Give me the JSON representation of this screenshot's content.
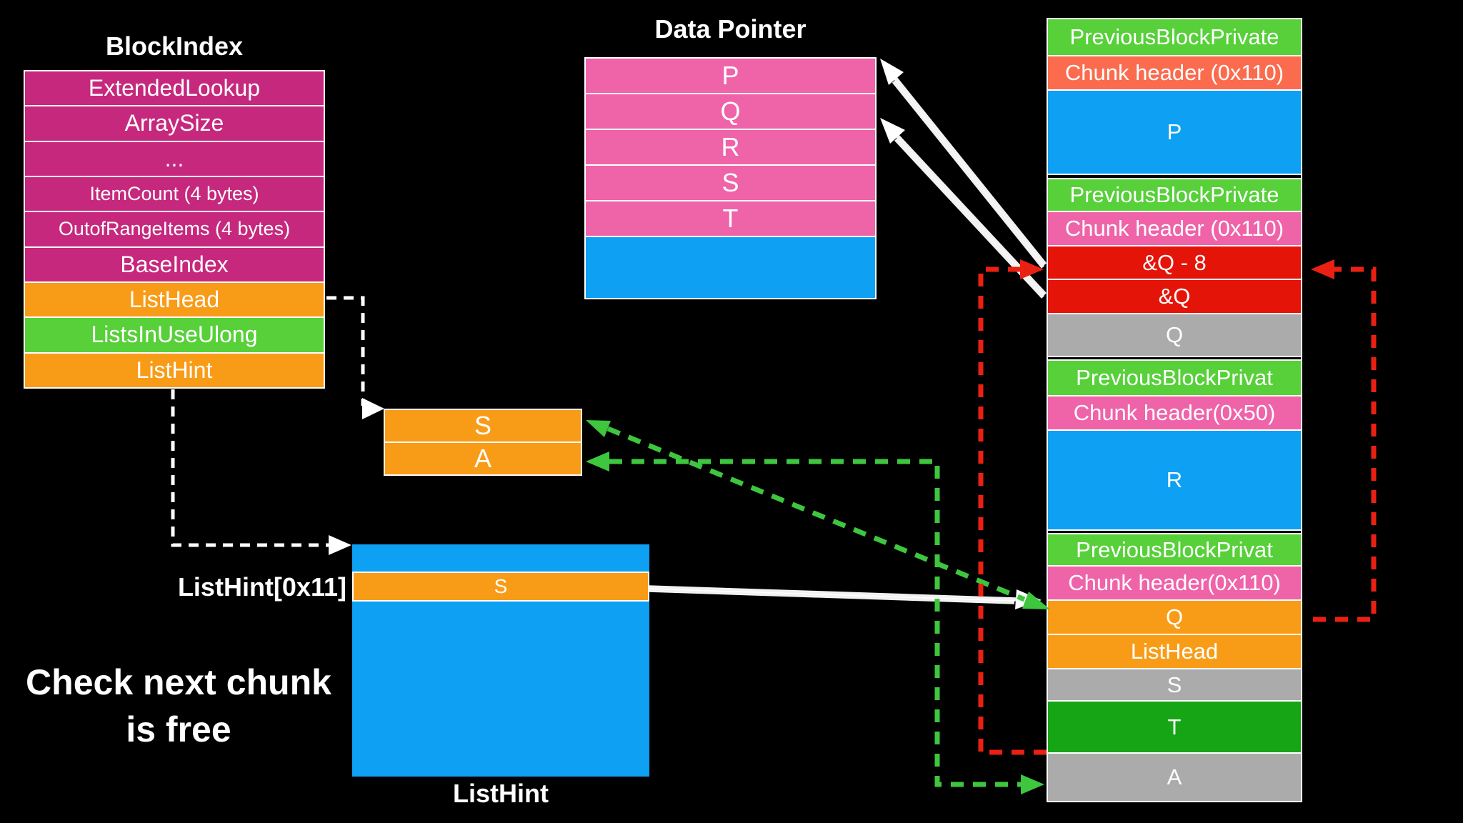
{
  "colors": {
    "bg": "#000000",
    "white": "#FFFFFF",
    "magenta": "#C6287D",
    "pink": "#EF63A9",
    "orange": "#F89C18",
    "green": "#57D03A",
    "dark_green": "#16A515",
    "blue": "#0DA0F3",
    "tomato": "#FB6B4E",
    "red": "#E51409",
    "gray": "#ABABAB",
    "arrow_green": "#3EC63E",
    "arrow_red": "#EA2112"
  },
  "block_index": {
    "title": "BlockIndex",
    "rows": [
      {
        "label": "ExtendedLookup",
        "color": "magenta"
      },
      {
        "label": "ArraySize",
        "color": "magenta"
      },
      {
        "label": "...",
        "color": "magenta"
      },
      {
        "label": "ItemCount (4 bytes)",
        "color": "magenta",
        "small": true
      },
      {
        "label": "OutofRangeItems (4 bytes)",
        "color": "magenta",
        "small": true
      },
      {
        "label": "BaseIndex",
        "color": "magenta"
      },
      {
        "label": "ListHead",
        "color": "orange"
      },
      {
        "label": "ListsInUseUlong",
        "color": "green"
      },
      {
        "label": "ListHint",
        "color": "orange"
      }
    ]
  },
  "data_pointer": {
    "title": "Data Pointer",
    "rows": [
      {
        "label": "P",
        "color": "pink"
      },
      {
        "label": "Q",
        "color": "pink"
      },
      {
        "label": "R",
        "color": "pink"
      },
      {
        "label": "S",
        "color": "pink"
      },
      {
        "label": "T",
        "color": "pink"
      },
      {
        "label": "",
        "color": "blue",
        "height": 85
      }
    ]
  },
  "heap_column": {
    "rows": [
      {
        "label": "PreviousBlockPrivate",
        "color": "green",
        "height": 52
      },
      {
        "label": "Chunk header (0x110)",
        "color": "tomato",
        "height": 48
      },
      {
        "label": "P",
        "color": "blue",
        "height": 118
      },
      {
        "label": "PreviousBlockPrivate",
        "color": "green",
        "height": 48,
        "gap": 4
      },
      {
        "label": "Chunk header (0x110)",
        "color": "pink",
        "height": 48
      },
      {
        "label": "&Q - 8",
        "color": "red",
        "height": 47
      },
      {
        "label": "&Q",
        "color": "red",
        "height": 48
      },
      {
        "label": "Q",
        "color": "gray",
        "height": 60
      },
      {
        "label": "PreviousBlockPrivat",
        "color": "green",
        "height": 52,
        "gap": 3
      },
      {
        "label": "Chunk header(0x50)",
        "color": "pink",
        "height": 48
      },
      {
        "label": "R",
        "color": "blue",
        "height": 140
      },
      {
        "label": "PreviousBlockPrivat",
        "color": "green",
        "height": 47,
        "gap": 3
      },
      {
        "label": "Chunk header(0x110)",
        "color": "pink",
        "height": 48
      },
      {
        "label": "Q",
        "color": "orange",
        "height": 48
      },
      {
        "label": "ListHead",
        "color": "orange",
        "height": 48
      },
      {
        "label": "S",
        "color": "gray",
        "height": 45
      },
      {
        "label": "T",
        "color": "dark_green",
        "height": 73
      },
      {
        "label": "A",
        "color": "gray",
        "height": 66
      }
    ]
  },
  "sa_table": {
    "rows": [
      {
        "label": "S",
        "color": "orange"
      },
      {
        "label": "A",
        "color": "orange"
      }
    ]
  },
  "list_hint_block": {
    "pointer_label": "ListHint[0x11]",
    "slot_label": "S",
    "caption": "ListHint"
  },
  "annotation": {
    "line1": "Check next chunk",
    "line2": "is free"
  }
}
